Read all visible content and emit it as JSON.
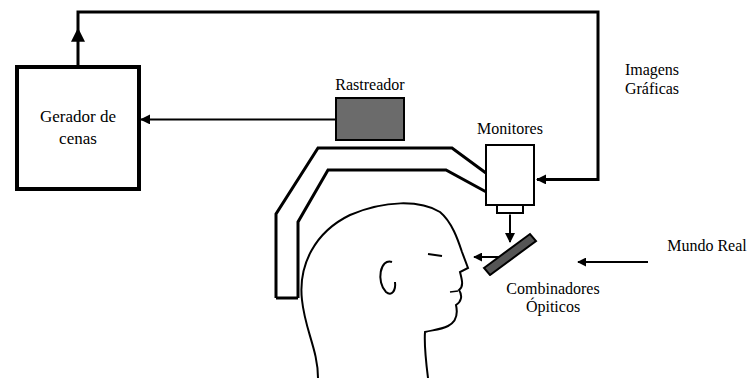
{
  "diagram": {
    "nodes": [
      {
        "text": [
          "Gerador de cenas"
        ]
      },
      {
        "text": [
          "Rastreador"
        ]
      },
      {
        "text": [
          "Monitores"
        ]
      },
      {
        "text": [
          "Combinadores Ópiticos"
        ]
      }
    ],
    "edges": [
      {
        "from": 1,
        "to": 0,
        "arrow": "to"
      },
      {
        "from": 0,
        "to": 2,
        "arrow": "to",
        "label": "Imagens Gráficas"
      },
      {
        "from": 2,
        "to": 3,
        "arrow": "to"
      }
    ],
    "labels": [
      "Mundo Real"
    ]
  }
}
